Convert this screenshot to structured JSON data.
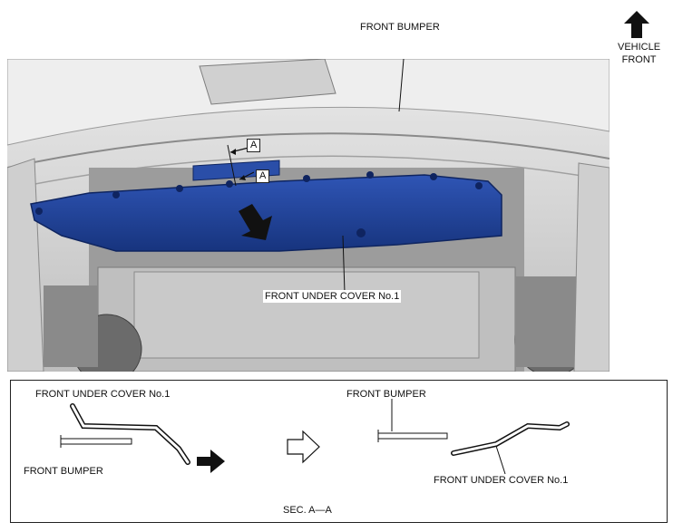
{
  "main_view": {
    "front_bumper_label": "FRONT BUMPER",
    "vehicle_front_label": "VEHICLE\nFRONT",
    "section_marker_1": "A",
    "section_marker_2": "A",
    "under_cover_label": "FRONT UNDER COVER No.1"
  },
  "section_view": {
    "left_cover_label": "FRONT UNDER COVER No.1",
    "left_bumper_label": "FRONT BUMPER",
    "right_bumper_label": "FRONT BUMPER",
    "right_cover_label": "FRONT UNDER COVER No.1",
    "caption": "SEC. A—A"
  },
  "colors": {
    "under_cover": "#1e3f95",
    "car_body": "#d9d9d9",
    "outline": "#222222"
  }
}
